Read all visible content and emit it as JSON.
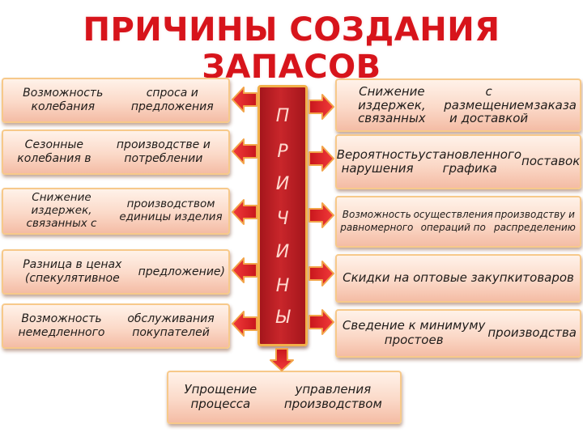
{
  "title": "ПРИЧИНЫ СОЗДАНИЯ ЗАПАСОВ",
  "center_letters": [
    "П",
    "Р",
    "И",
    "Ч",
    "И",
    "Н",
    "Ы"
  ],
  "left_boxes": [
    {
      "lines": [
        "Возможность колебания",
        "спроса и предложения"
      ]
    },
    {
      "lines": [
        "Сезонные колебания в",
        "производстве и потреблении"
      ]
    },
    {
      "lines": [
        "Снижение издержек, связанных с",
        "производством единицы изделия"
      ]
    },
    {
      "lines": [
        "Разница в ценах (спекулятивное",
        "предложение)"
      ]
    },
    {
      "lines": [
        "Возможность немедленного",
        "обслуживания покупателей"
      ]
    }
  ],
  "right_boxes": [
    {
      "lines": [
        "Снижение издержек, связанных",
        "с размещением и доставкой",
        "заказа"
      ]
    },
    {
      "lines": [
        "Вероятность нарушения",
        "установленного графика",
        "поставок"
      ]
    },
    {
      "lines": [
        "Возможность равномерного",
        "осуществления операций по",
        "производству и распределению"
      ]
    },
    {
      "lines": [
        "Скидки на оптовые закупки",
        "товаров"
      ]
    },
    {
      "lines": [
        "Сведение к минимуму простоев",
        "производства"
      ]
    }
  ],
  "bottom_box": {
    "lines": [
      "Упрощение процесса",
      "управления производством"
    ]
  },
  "colors": {
    "title": "#d7141b",
    "center_bar": "#b81e23",
    "arrow_fill": "#e0222a",
    "arrow_outline": "#f2a44a",
    "box_border": "#f7c98a"
  }
}
